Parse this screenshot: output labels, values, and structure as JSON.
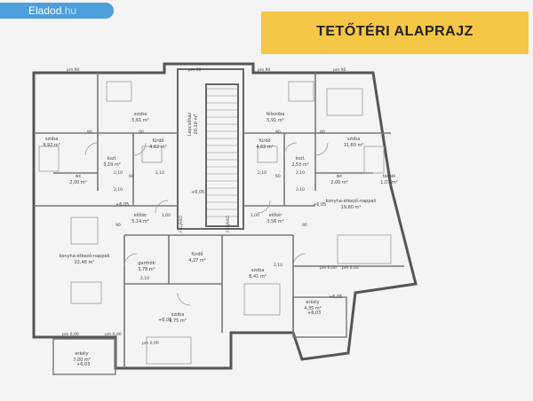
{
  "brand": {
    "name_part1": "Eladod",
    "name_part2": ".hu",
    "bg_color": "#4d9fdc"
  },
  "banner": {
    "title": "TETŐTÉRI ALAPRAJZ",
    "bg_color": "#f6c646"
  },
  "rooms": [
    {
      "name": "szoba",
      "area": "9,92 m²"
    },
    {
      "name": "szoba",
      "area": "5,61 m²"
    },
    {
      "name": "fürdő",
      "area": "4,62 m²"
    },
    {
      "name": "kszl.",
      "area": "3,19 m²"
    },
    {
      "name": "wc",
      "area": "2,00 m²"
    },
    {
      "name": "előtér",
      "area": "5,14 m²"
    },
    {
      "name": "Lépcsőház",
      "area": "20,10 m²"
    },
    {
      "name": "félszoba",
      "area": "5,91 m²"
    },
    {
      "name": "szoba",
      "area": "11,60 m²"
    },
    {
      "name": "kszl.",
      "area": "2,53 m²"
    },
    {
      "name": "fürdő",
      "area": "4,62 m²"
    },
    {
      "name": "wc",
      "area": "2,00 m²"
    },
    {
      "name": "tároló",
      "area": "1,07 m²"
    },
    {
      "name": "előtér",
      "area": "3,56 m²"
    },
    {
      "name": "konyha-étkező-nappali",
      "area": "19,60 m²"
    },
    {
      "name": "konyha-étkező-nappali",
      "area": "22,46 m²"
    },
    {
      "name": "gardrób",
      "area": "3,78 m²"
    },
    {
      "name": "fürdő",
      "area": "4,27 m²"
    },
    {
      "name": "szoba",
      "area": "8,41 m²"
    },
    {
      "name": "szoba",
      "area": "9,75 m²"
    },
    {
      "name": "erkély",
      "area": "7,00 m²"
    },
    {
      "name": "erkély",
      "area": "4,35 m²"
    }
  ],
  "labels": {
    "elevation_1": "+6,05",
    "elevation_2": "+6,05",
    "elevation_3": "+6,05",
    "elevation_4": "+6,05",
    "elevation_5": "+6,05",
    "elevation_6": "+6,03",
    "elevation_7": "+6,03",
    "fel_1": "FELJÁRÓ",
    "fel_2": "FELJÁRÓ",
    "pm_top_left": "pm 90",
    "pm_top_mid_left": "pm 90",
    "pm_top_mid_right": "pm 90",
    "pm_top_right": "pm 90",
    "pm_bottom_1": "pm 0,00",
    "pm_bottom_2": "pm 0,00",
    "pm_bottom_3": "pm 0,00",
    "pm_right_1": "pm 0,00",
    "pm_right_2": "pm 0,00"
  },
  "dimensions": {
    "d1": "2,10",
    "d2": "2,10",
    "d3": "2,10",
    "d4": "2,10",
    "d5": "2,10",
    "d6": "2,10",
    "d7": "1,00",
    "d8": "1,00",
    "d9": "2,10",
    "d10": "2,10",
    "w1": "90",
    "w2": "90",
    "w3": "90",
    "w4": "80",
    "w5": "60",
    "w6": "60",
    "w7": "90",
    "w8": "90"
  }
}
